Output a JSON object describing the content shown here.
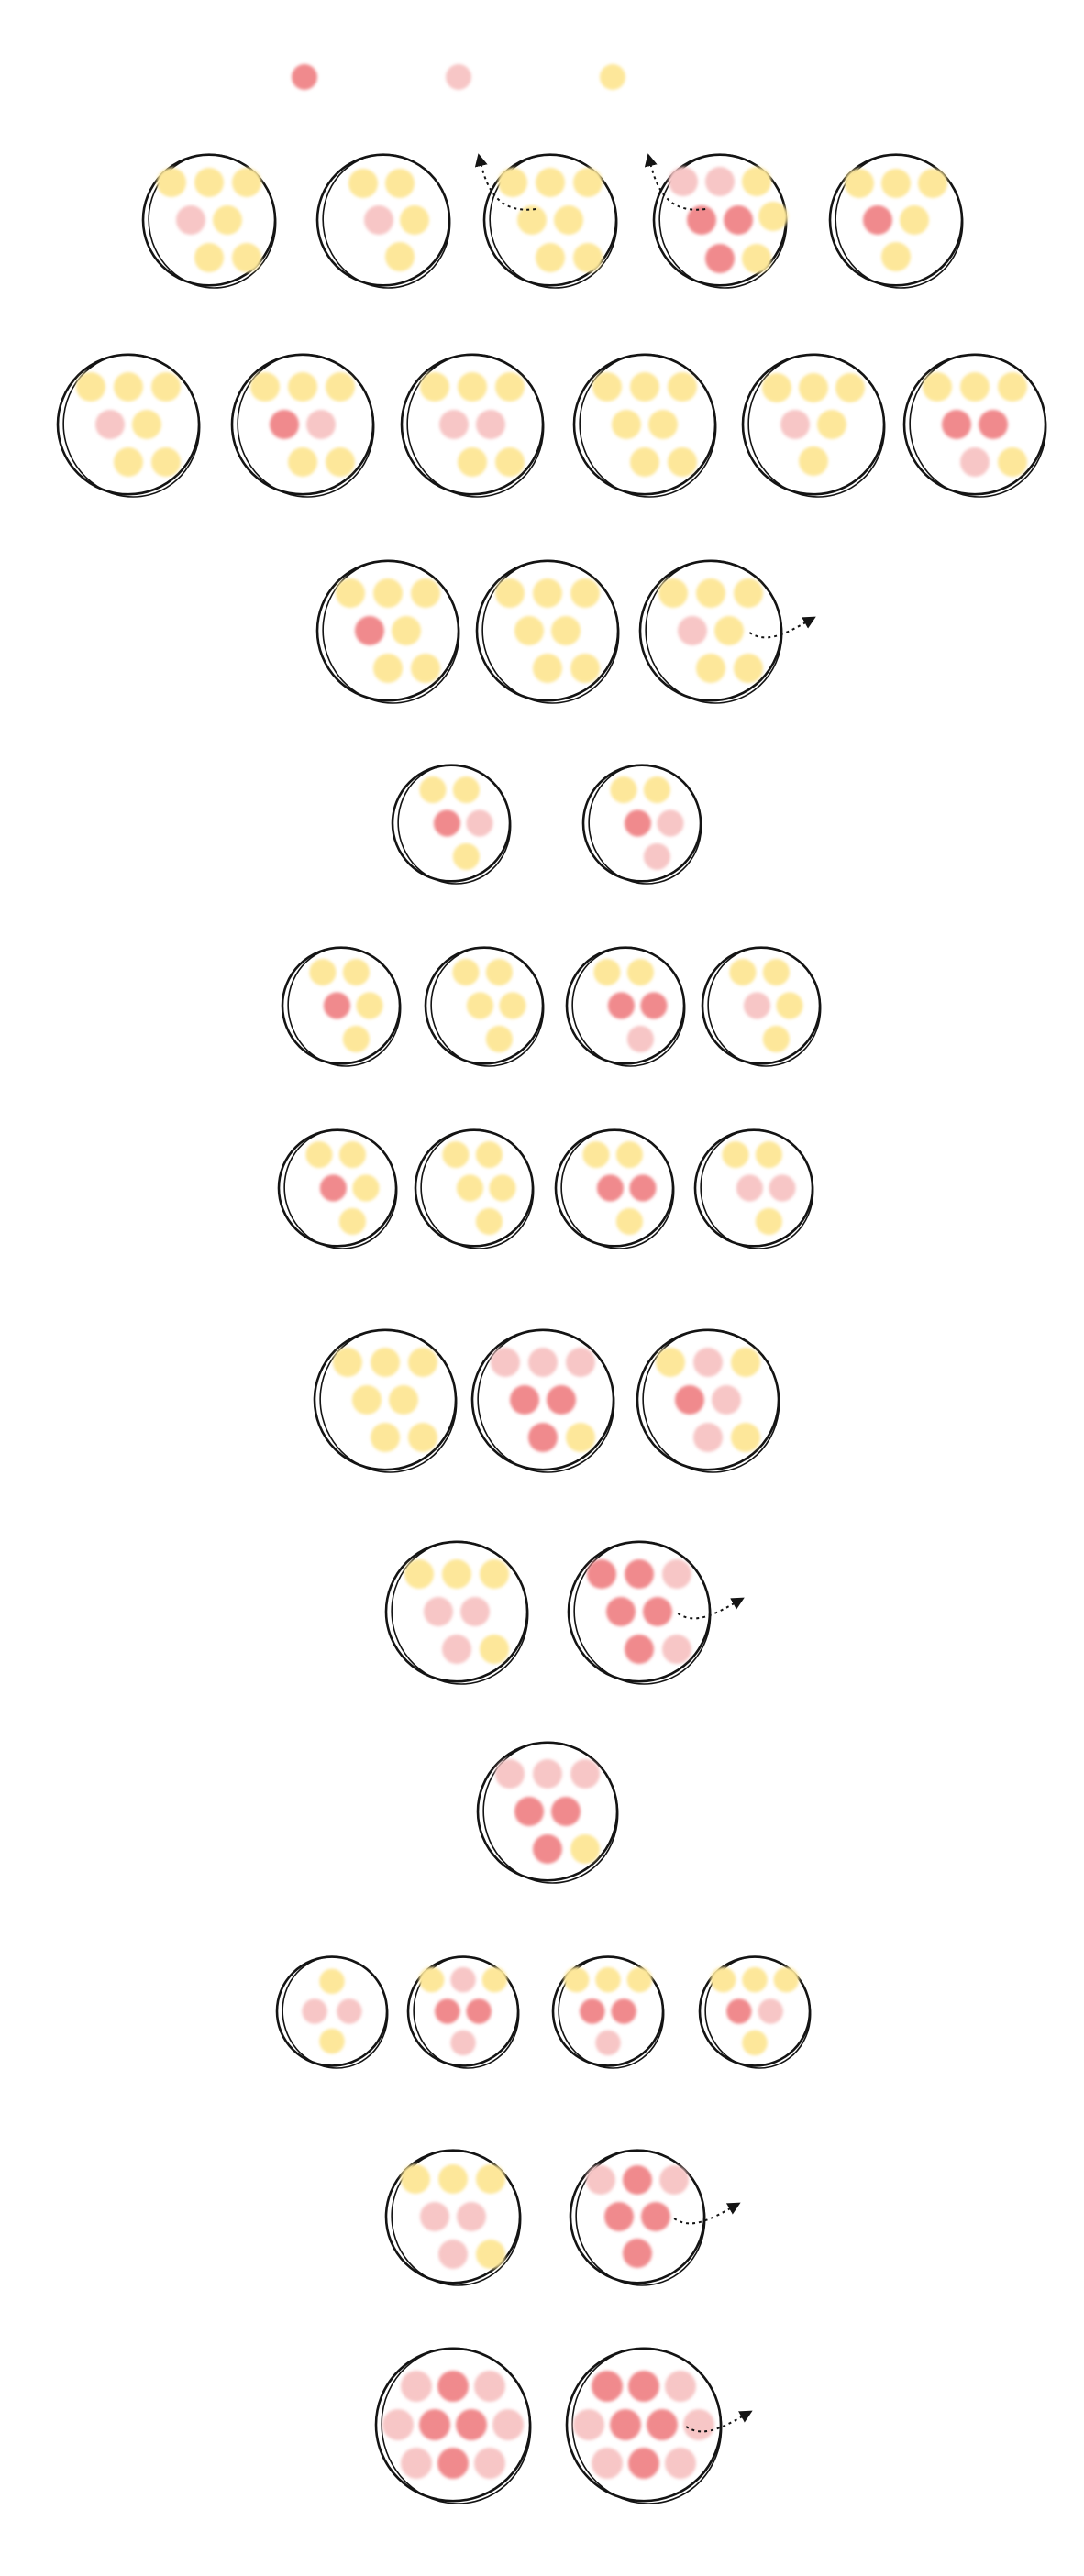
{
  "palette": {
    "R": "#f08a8d",
    "P": "#f7c6c6",
    "Y": "#fde79a",
    "outline": "#141414"
  },
  "legend": [
    "R",
    "P",
    "Y"
  ],
  "rows": [
    {
      "cells": [
        {
          "dots": [
            "Y",
            "Y",
            "Y",
            "P",
            "Y",
            "Y",
            "Y"
          ]
        },
        {
          "dots": [
            "Y",
            "Y",
            "P",
            "Y",
            "Y"
          ]
        },
        {
          "dots": [
            "Y",
            "Y",
            "Y",
            "Y",
            "Y",
            "Y",
            "Y"
          ],
          "arrow": "up-left"
        },
        {
          "dots": [
            "P",
            "P",
            "Y",
            "R",
            "R",
            "Y",
            "R",
            "Y"
          ],
          "arrow": "up-left"
        },
        {
          "dots": [
            "Y",
            "Y",
            "Y",
            "R",
            "Y",
            "Y"
          ]
        }
      ]
    },
    {
      "cells": [
        {
          "dots": [
            "Y",
            "Y",
            "Y",
            "P",
            "Y",
            "Y",
            "Y"
          ]
        },
        {
          "dots": [
            "Y",
            "Y",
            "Y",
            "R",
            "P",
            "Y",
            "Y"
          ]
        },
        {
          "dots": [
            "Y",
            "Y",
            "Y",
            "P",
            "P",
            "Y",
            "Y"
          ]
        },
        {
          "dots": [
            "Y",
            "Y",
            "Y",
            "Y",
            "Y",
            "Y",
            "Y"
          ]
        },
        {
          "dots": [
            "Y",
            "Y",
            "Y",
            "P",
            "Y",
            "Y"
          ]
        },
        {
          "dots": [
            "Y",
            "Y",
            "Y",
            "R",
            "R",
            "P",
            "Y"
          ]
        }
      ]
    },
    {
      "cells": [
        {
          "dots": [
            "Y",
            "Y",
            "Y",
            "R",
            "Y",
            "Y",
            "Y"
          ]
        },
        {
          "dots": [
            "Y",
            "Y",
            "Y",
            "Y",
            "Y",
            "Y",
            "Y"
          ]
        },
        {
          "dots": [
            "Y",
            "Y",
            "Y",
            "P",
            "Y",
            "Y",
            "Y"
          ],
          "arrow": "right"
        }
      ]
    },
    {
      "cells": [
        {
          "dots": [
            "Y",
            "Y",
            "R",
            "P",
            "Y"
          ]
        },
        {
          "dots": [
            "Y",
            "Y",
            "R",
            "P",
            "P"
          ]
        }
      ]
    },
    {
      "cells": [
        {
          "dots": [
            "Y",
            "Y",
            "R",
            "Y",
            "Y"
          ]
        },
        {
          "dots": [
            "Y",
            "Y",
            "Y",
            "Y",
            "Y"
          ]
        },
        {
          "dots": [
            "Y",
            "Y",
            "R",
            "R",
            "P"
          ]
        },
        {
          "dots": [
            "Y",
            "Y",
            "P",
            "Y",
            "Y"
          ]
        }
      ]
    },
    {
      "cells": [
        {
          "dots": [
            "Y",
            "Y",
            "R",
            "Y",
            "Y"
          ]
        },
        {
          "dots": [
            "Y",
            "Y",
            "Y",
            "Y",
            "Y"
          ]
        },
        {
          "dots": [
            "Y",
            "Y",
            "R",
            "R",
            "Y"
          ]
        },
        {
          "dots": [
            "Y",
            "Y",
            "P",
            "P",
            "Y"
          ]
        }
      ]
    },
    {
      "cells": [
        {
          "dots": [
            "Y",
            "Y",
            "Y",
            "Y",
            "Y",
            "Y",
            "Y"
          ]
        },
        {
          "dots": [
            "P",
            "P",
            "P",
            "R",
            "R",
            "R",
            "Y"
          ]
        },
        {
          "dots": [
            "Y",
            "P",
            "Y",
            "R",
            "P",
            "P",
            "Y"
          ]
        }
      ]
    },
    {
      "cells": [
        {
          "dots": [
            "Y",
            "Y",
            "Y",
            "P",
            "P",
            "P",
            "Y"
          ]
        },
        {
          "dots": [
            "R",
            "R",
            "P",
            "R",
            "R",
            "R",
            "P"
          ],
          "arrow": "right"
        }
      ]
    },
    {
      "cells": [
        {
          "dots": [
            "P",
            "P",
            "P",
            "R",
            "R",
            "R",
            "Y"
          ]
        }
      ]
    },
    {
      "cells": [
        {
          "dots": [
            "Y",
            "P",
            "P",
            "Y"
          ]
        },
        {
          "dots": [
            "Y",
            "P",
            "Y",
            "R",
            "R",
            "P"
          ]
        },
        {
          "dots": [
            "Y",
            "Y",
            "Y",
            "R",
            "R",
            "P"
          ]
        },
        {
          "dots": [
            "Y",
            "Y",
            "Y",
            "R",
            "P",
            "Y"
          ]
        }
      ]
    },
    {
      "cells": [
        {
          "dots": [
            "Y",
            "Y",
            "Y",
            "P",
            "P",
            "P",
            "Y"
          ]
        },
        {
          "dots": [
            "P",
            "R",
            "P",
            "R",
            "R",
            "R"
          ],
          "arrow": "right"
        }
      ]
    },
    {
      "cells": [
        {
          "dots": [
            "P",
            "R",
            "P",
            "P",
            "R",
            "R",
            "P",
            "P",
            "R",
            "P"
          ]
        },
        {
          "dots": [
            "R",
            "R",
            "P",
            "P",
            "R",
            "R",
            "P",
            "P",
            "R",
            "P"
          ],
          "arrow": "right"
        }
      ]
    }
  ]
}
